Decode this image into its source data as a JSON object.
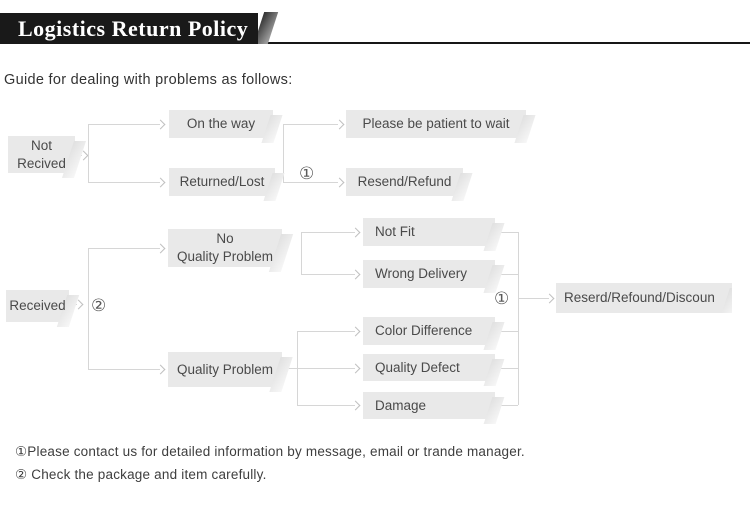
{
  "header": {
    "title": "Logistics Return Policy"
  },
  "intro": "Guide for dealing with problems as follows:",
  "flow": {
    "nodes": {
      "not_received": {
        "line1": "Not",
        "line2": "Recived"
      },
      "on_the_way": {
        "label": "On the way"
      },
      "returned_lost": {
        "label": "Returned/Lost"
      },
      "please_wait": {
        "label": "Please be patient to wait"
      },
      "resend_refund": {
        "label": "Resend/Refund"
      },
      "received": {
        "label": "Received"
      },
      "no_quality_problem": {
        "line1": "No",
        "line2": "Quality Problem"
      },
      "quality_problem": {
        "label": "Quality Problem"
      },
      "not_fit": {
        "label": "Not Fit"
      },
      "wrong_delivery": {
        "label": "Wrong Delivery"
      },
      "color_difference": {
        "label": "Color Difference"
      },
      "quality_defect": {
        "label": "Quality Defect"
      },
      "damage": {
        "label": "Damage"
      },
      "resolution": {
        "label": "Reserd/Refound/Discoun"
      }
    },
    "markers": {
      "one": "①",
      "two": "②"
    }
  },
  "notes": {
    "note1": "①Please contact us for detailed information by message, email or trande manager.",
    "note2": "② Check the package and item carefully."
  },
  "colors": {
    "banner": "#191919",
    "node_background": "#e9e9e9",
    "node_text": "#4a4a4a",
    "connector_line": "#d6d6d6",
    "title_text": "#ffffff"
  }
}
